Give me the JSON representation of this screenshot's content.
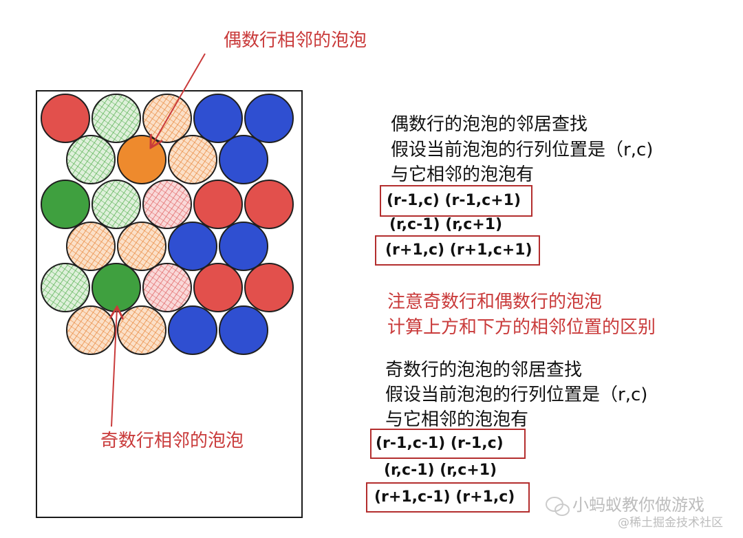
{
  "annotations": {
    "even_label": "偶数行相邻的泡泡",
    "odd_label": "奇数行相邻的泡泡"
  },
  "colors": {
    "red": "#e2504c",
    "blue": "#2f4fd1",
    "green": "#3fa03f",
    "orange": "#ee8a2d",
    "light_green": "#9fd39a",
    "light_orange": "#f6b483",
    "light_red": "#f0a0a0",
    "annotation": "#c93a3a"
  },
  "grid": {
    "rows": [
      [
        "red",
        "light_green",
        "light_orange",
        "blue",
        "blue"
      ],
      [
        "light_green",
        "orange",
        "light_orange",
        "blue"
      ],
      [
        "green",
        "light_green",
        "light_red",
        "red",
        "red"
      ],
      [
        "light_orange",
        "light_orange",
        "blue",
        "blue"
      ],
      [
        "light_green",
        "green",
        "light_red",
        "red",
        "red"
      ],
      [
        "light_orange",
        "light_orange",
        "blue",
        "blue"
      ]
    ]
  },
  "even": {
    "heading": "偶数行的泡泡的邻居查找",
    "position": "假设当前泡泡的行列位置是（r,c)",
    "neighbors": "与它相邻的泡泡有",
    "upper": "(r-1,c) (r-1,c+1)",
    "same": "(r,c-1) (r,c+1)",
    "lower": "(r+1,c) (r+1,c+1)"
  },
  "note": {
    "line1": "注意奇数行和偶数行的泡泡",
    "line2": "计算上方和下方的相邻位置的区别"
  },
  "odd": {
    "heading": "奇数行的泡泡的邻居查找",
    "position": "假设当前泡泡的行列位置是（r,c)",
    "neighbors": "与它相邻的泡泡有",
    "upper": "(r-1,c-1) (r-1,c)",
    "same": "(r,c-1) (r,c+1)",
    "lower": "(r+1,c-1) (r+1,c)"
  },
  "watermark": {
    "main": "小蚂蚁教你做游戏",
    "sub": "@稀土掘金技术社区"
  }
}
